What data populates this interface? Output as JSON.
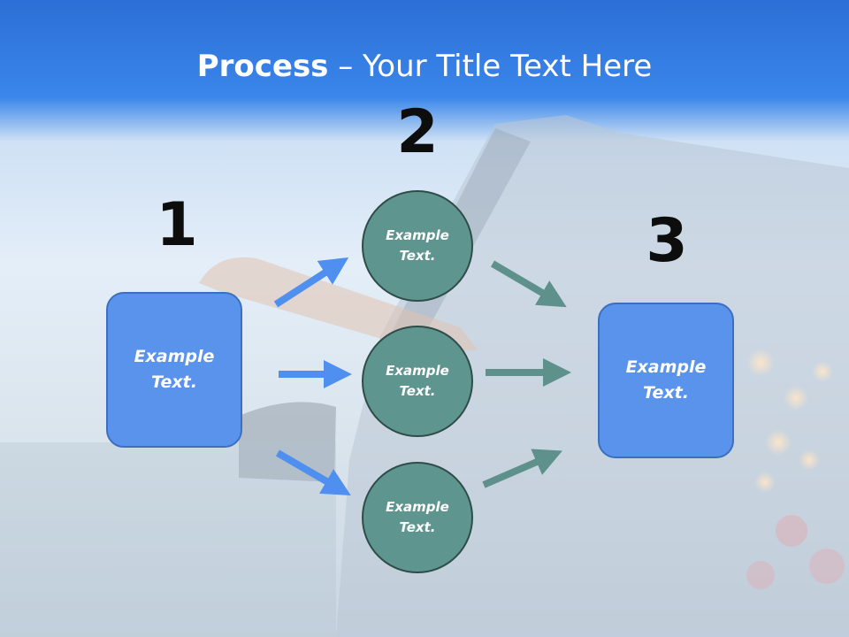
{
  "title": {
    "bold": "Process",
    "rest": " – Your Title Text Here"
  },
  "steps": [
    {
      "number": "1",
      "text": "Example\nText."
    },
    {
      "number": "2",
      "circles": [
        "Example\nText.",
        "Example\nText.",
        "Example\nText."
      ]
    },
    {
      "number": "3",
      "text": "Example\nText."
    }
  ],
  "colors": {
    "header_blue": "#2c6fd6",
    "box_fill": "#5a93eb",
    "box_border": "#3c6fc0",
    "circle_fill": "#5f958f",
    "circle_border": "#2f4d48",
    "blue_arrow": "#4f8ff0",
    "teal_arrow": "#5e918c"
  }
}
